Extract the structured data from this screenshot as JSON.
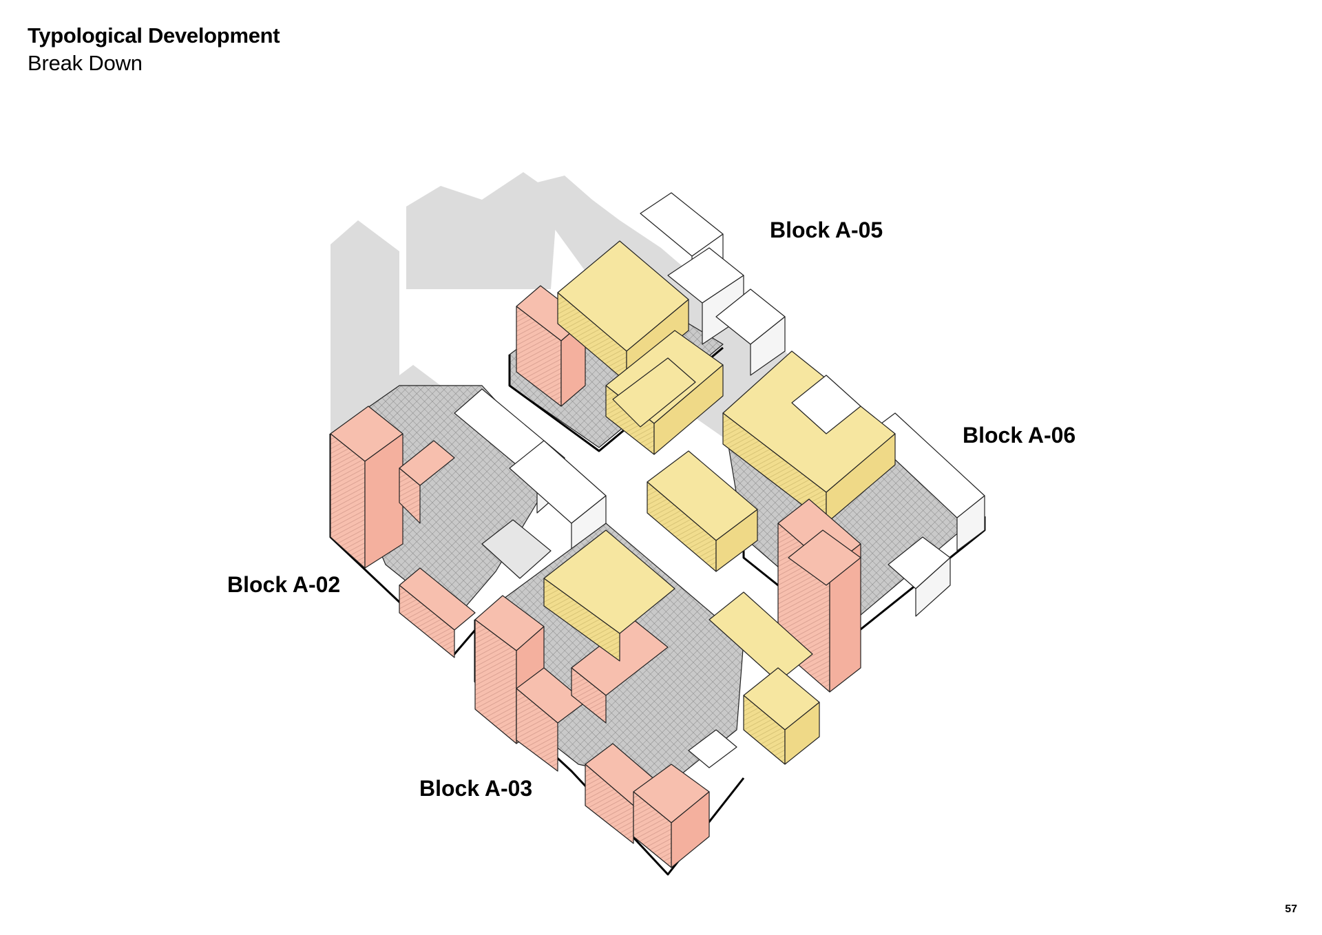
{
  "header": {
    "title": "Typological Development",
    "subtitle": "Break Down"
  },
  "blocks": [
    {
      "label": "Block A-05"
    },
    {
      "label": "Block A-06"
    },
    {
      "label": "Block A-02"
    },
    {
      "label": "Block A-03"
    }
  ],
  "colors": {
    "residential_pink": "#f7bfae",
    "yellow": "#f6e6a0",
    "existing_white": "#ffffff",
    "shadow_grey": "#dcdcdc",
    "courtyard_grey": "#bdbdbd"
  },
  "footer": {
    "page_number": "57"
  }
}
